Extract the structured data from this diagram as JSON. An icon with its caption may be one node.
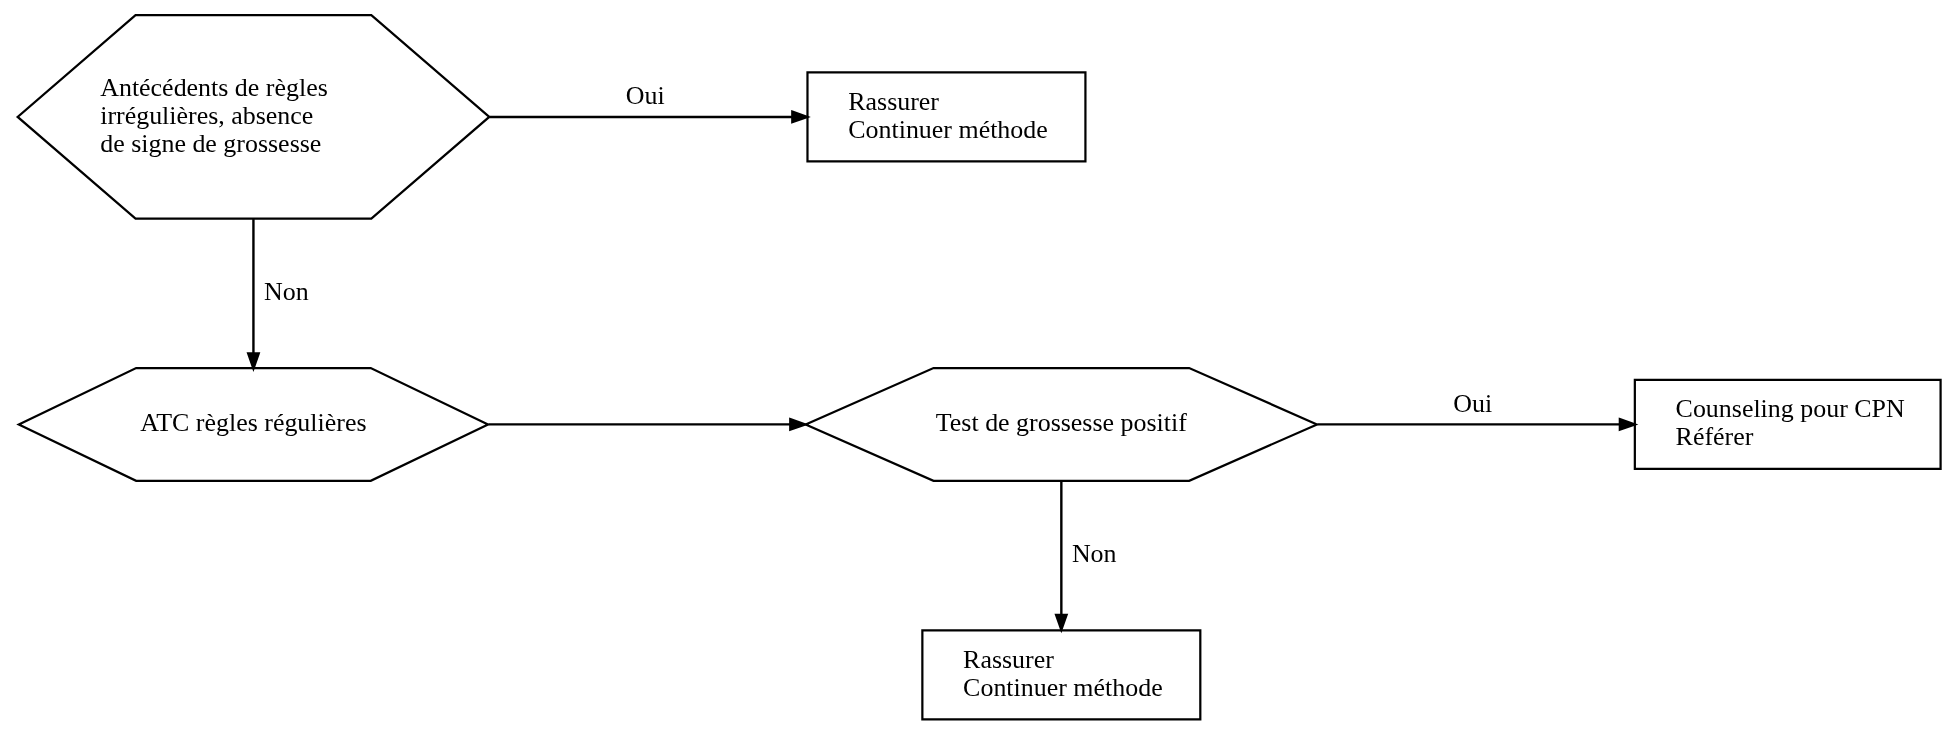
{
  "diagram": {
    "nodes": [
      {
        "text": [
          "Antécédents de règles irrégulières, absence de signe de grossesse"
        ]
      },
      {
        "text": [
          "Rassurer",
          "Continuer méthode"
        ]
      },
      {
        "text": [
          "ATC règles régulières"
        ]
      },
      {
        "text": [
          "Test de grossesse positif"
        ]
      },
      {
        "text": [
          "Counseling pour CPN",
          "Référer"
        ]
      },
      {
        "text": [
          "Rassurer",
          "Continuer méthode"
        ]
      }
    ],
    "edges": [
      {
        "from": 0,
        "to": 1,
        "arrow": "to",
        "label": "Oui"
      },
      {
        "from": 0,
        "to": 2,
        "arrow": "to",
        "label": "Non"
      },
      {
        "from": 2,
        "to": 3,
        "arrow": "to"
      },
      {
        "from": 3,
        "to": 4,
        "arrow": "to",
        "label": "Oui"
      },
      {
        "from": 3,
        "to": 5,
        "arrow": "to",
        "label": "Non"
      }
    ]
  }
}
